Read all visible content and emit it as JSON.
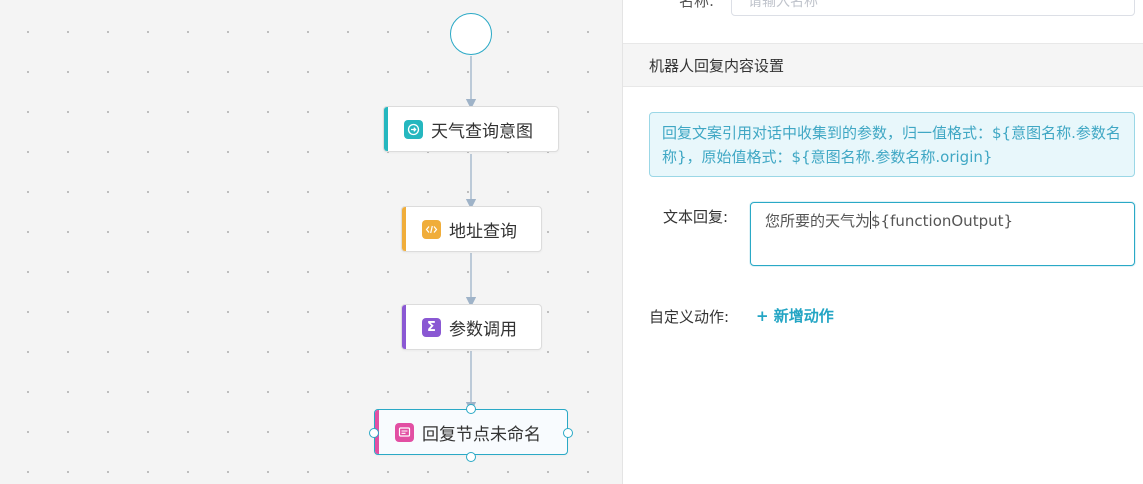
{
  "flow": {
    "nodes": [
      {
        "id": "intent",
        "label": "天气查询意图",
        "icon": "login-arrow-icon",
        "color": "#25b7bf"
      },
      {
        "id": "address",
        "label": "地址查询",
        "icon": "code-brackets-icon",
        "color": "#f0ad3a"
      },
      {
        "id": "params",
        "label": "参数调用",
        "icon": "sigma-icon",
        "color": "#8a58d3"
      },
      {
        "id": "reply",
        "label": "回复节点未命名",
        "icon": "message-icon",
        "color": "#e24fa3"
      }
    ],
    "accent": "#2aa9c6"
  },
  "panel": {
    "name_label": "名称:",
    "name_placeholder": "请输入名称",
    "section_title": "机器人回复内容设置",
    "info_text": "回复文案引用对话中收集到的参数，归一值格式：${意图名称.参数名称}，原始值格式：${意图名称.参数名称.origin}",
    "text_reply_label": "文本回复:",
    "text_reply_value_before": "您所要的天气为",
    "text_reply_value_after": "${functionOutput}",
    "custom_action_label": "自定义动作:",
    "add_action_button": "+ 新增动作"
  }
}
